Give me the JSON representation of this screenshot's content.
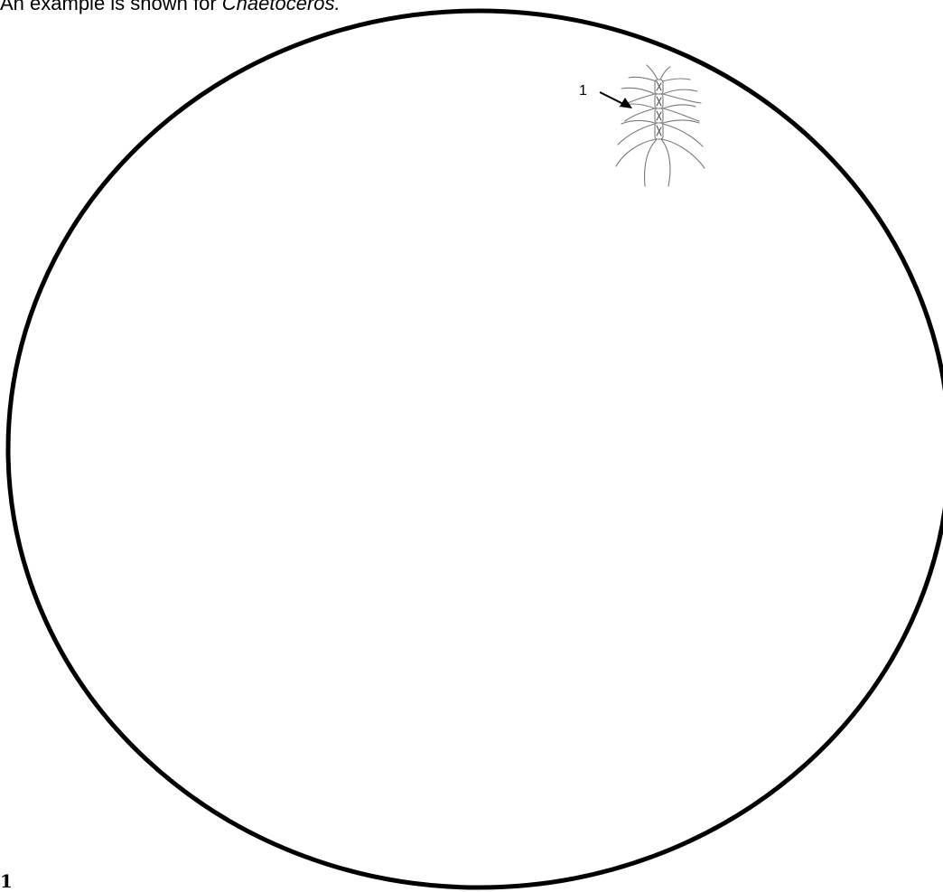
{
  "caption": {
    "prefix": "An example is shown for ",
    "genus": "Chaetoceros."
  },
  "diagram": {
    "annotation_label": "1",
    "circle_color": "#000000",
    "specimen_color": "#7a7a7a"
  },
  "footer": {
    "number": "1"
  }
}
